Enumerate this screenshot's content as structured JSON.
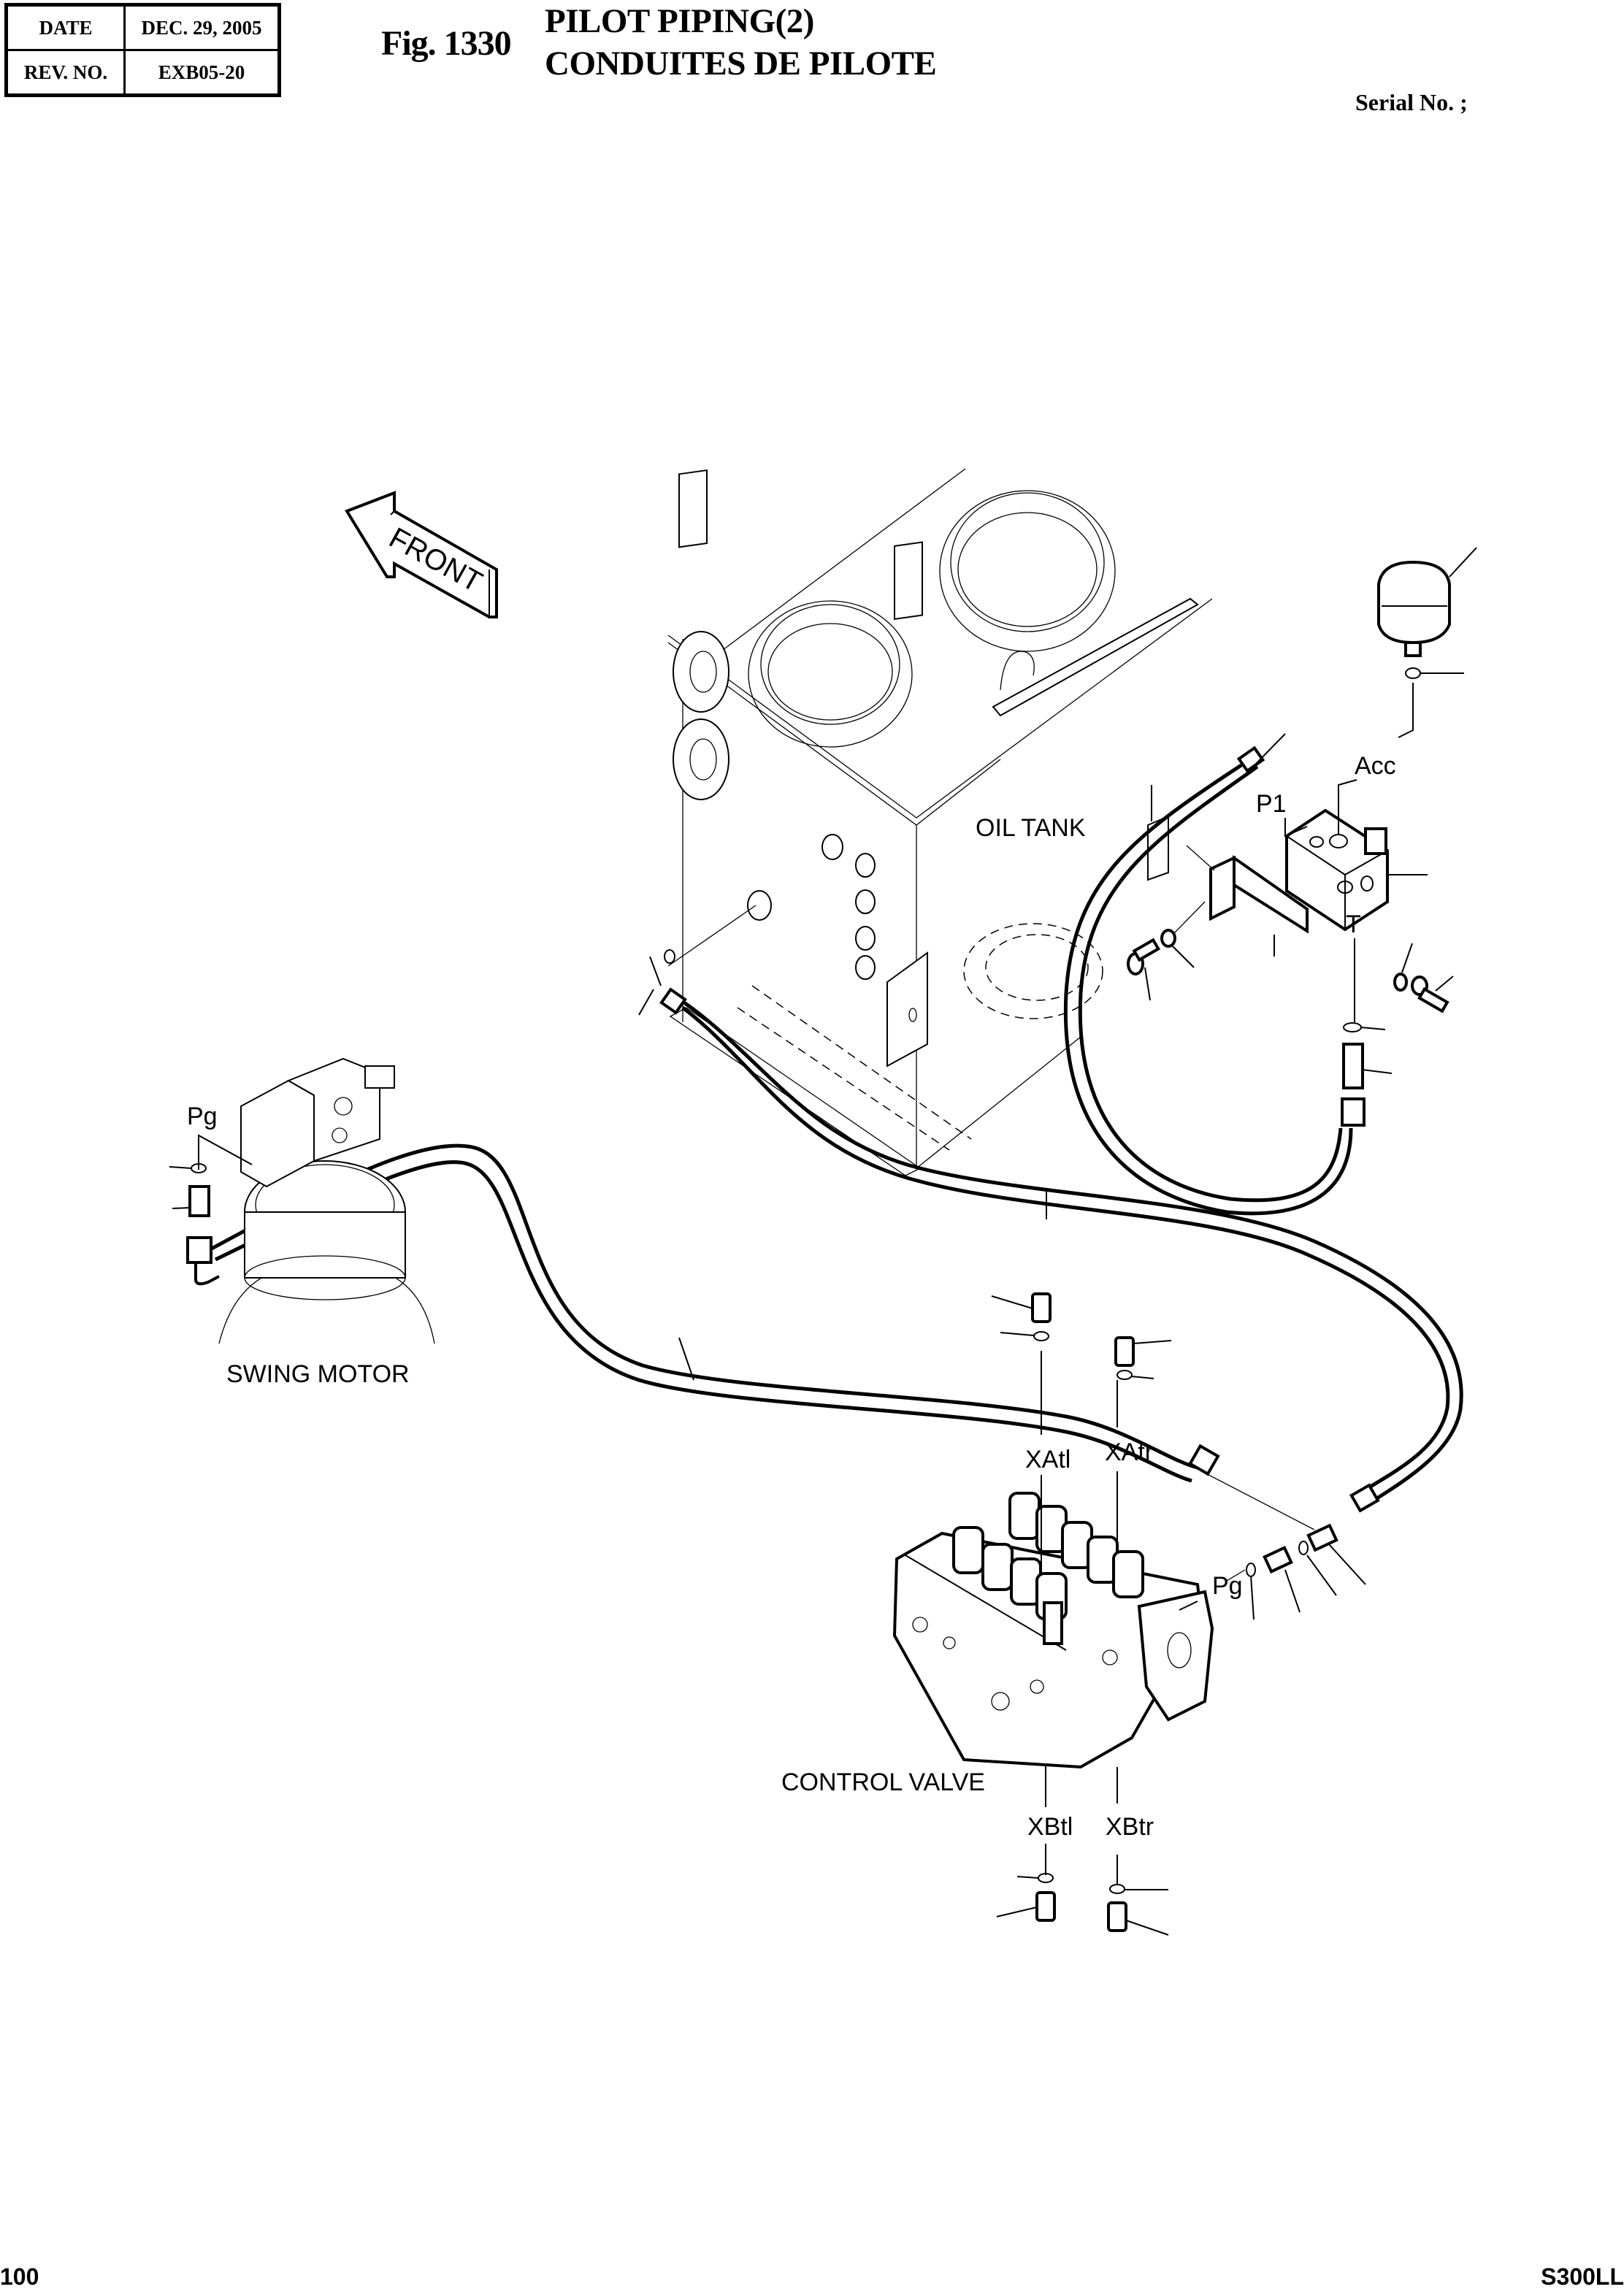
{
  "header": {
    "date_label": "DATE",
    "date_value": "DEC. 29, 2005",
    "rev_label": "REV. NO.",
    "rev_value": "EXB05-20",
    "figure_number": "Fig. 1330",
    "title_en": "PILOT PIPING(2)",
    "title_fr": "CONDUITES DE PILOTE",
    "serial_label": "Serial No. ;"
  },
  "footer": {
    "page_number": "100",
    "model": "S300LL"
  },
  "diagram": {
    "direction_arrow": "FRONT",
    "components": {
      "oil_tank": "OIL TANK",
      "swing_motor": "SWING MOTOR",
      "control_valve": "CONTROL VALVE"
    },
    "ports": {
      "accumulator": "Acc",
      "p1": "P1",
      "tank": "T",
      "swing_motor_pg": "Pg",
      "control_valve_pg": "Pg",
      "xatl": "XAtl",
      "xatr": "XAtr",
      "xbtl": "XBtl",
      "xbtr": "XBtr"
    },
    "icons": [
      "front-arrow-icon",
      "accumulator-icon",
      "valve-block-icon",
      "hose-icon",
      "fitting-icon",
      "o-ring-icon",
      "bolt-icon",
      "washer-icon"
    ]
  }
}
